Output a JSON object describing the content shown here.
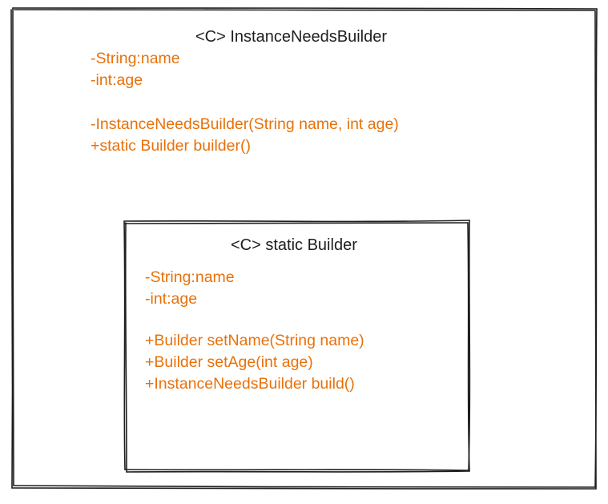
{
  "outer_class": {
    "title": "<C> InstanceNeedsBuilder",
    "fields": [
      "-String:name",
      "-int:age"
    ],
    "methods": [
      "-InstanceNeedsBuilder(String name, int age)",
      "+static Builder builder()"
    ]
  },
  "inner_class": {
    "title": "<C> static Builder",
    "fields": [
      "-String:name",
      "-int:age"
    ],
    "methods": [
      "+Builder setName(String name)",
      "+Builder setAge(int age)",
      "+InstanceNeedsBuilder build()"
    ]
  },
  "colors": {
    "stroke": "#1e1e1e",
    "member_text": "#e8710a",
    "title_text": "#1e1e1e",
    "background": "#ffffff"
  }
}
